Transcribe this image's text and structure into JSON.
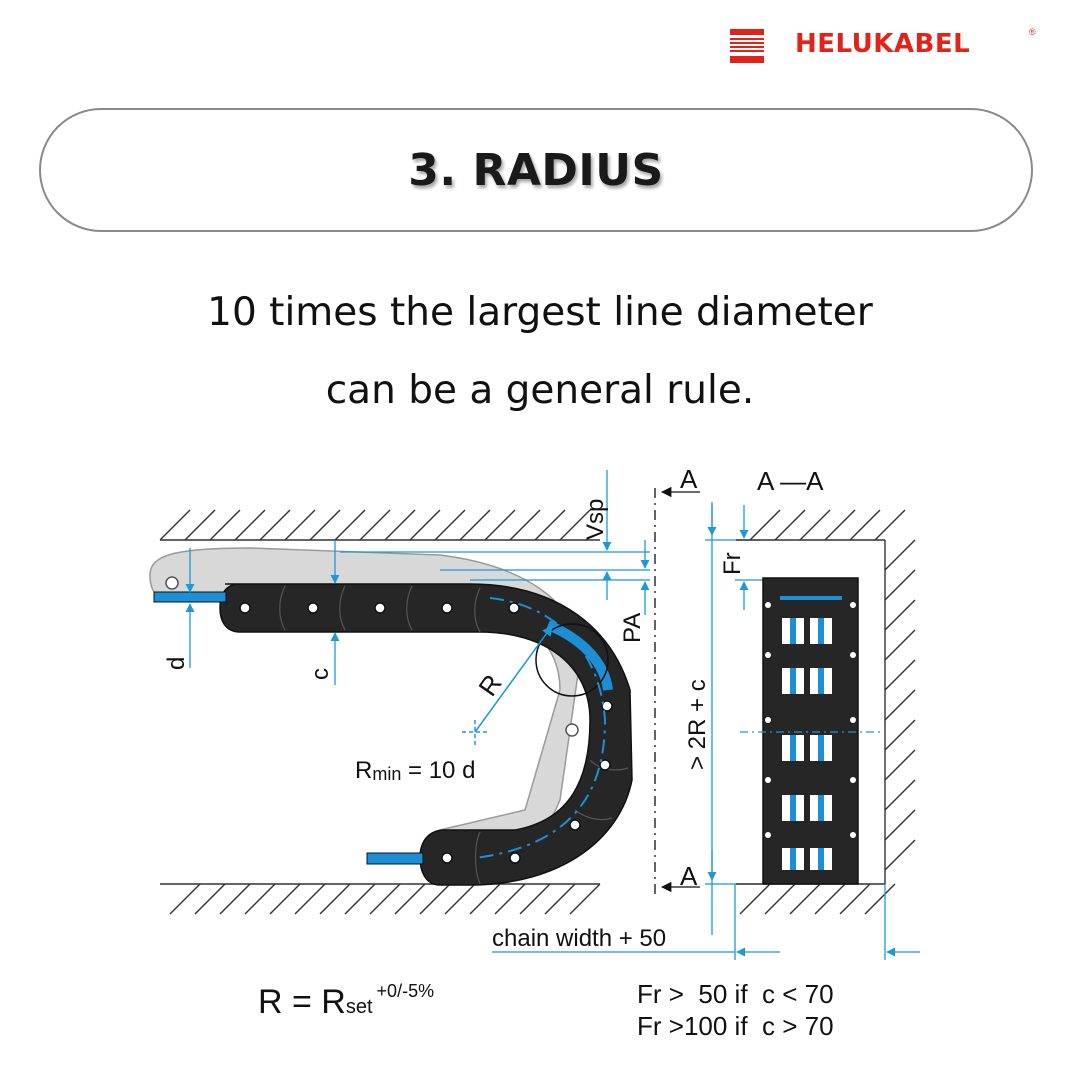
{
  "brand": {
    "name": "HELUKABEL",
    "reg": "®",
    "color": "#e2231a"
  },
  "title": "3. RADIUS",
  "subtitle": {
    "line1": "10 times the largest line diameter",
    "line2": "can be a general rule."
  },
  "diagram": {
    "labels": {
      "vsp": "Vsp",
      "pa": "PA",
      "a_top": "A",
      "a_bottom": "A",
      "section": "A —A",
      "fr": "Fr",
      "d": "d",
      "c": "c",
      "r": "R",
      "rmin_base": "R",
      "rmin_sub": "min",
      "rmin_rest": " = 10 d",
      "height": "> 2R + c",
      "chain_width": "chain width + 50",
      "r_base": "R = R",
      "r_sub": "set",
      "r_sup": "+0/-5%",
      "fr_rule1": "Fr >  50 if  c < 70",
      "fr_rule2": "Fr >100 if  c > 70"
    },
    "colors": {
      "dimension": "#1b9ad6",
      "chain": "#262626",
      "cable": "#1c8fd6",
      "ghost": "#cfcfcf"
    }
  }
}
